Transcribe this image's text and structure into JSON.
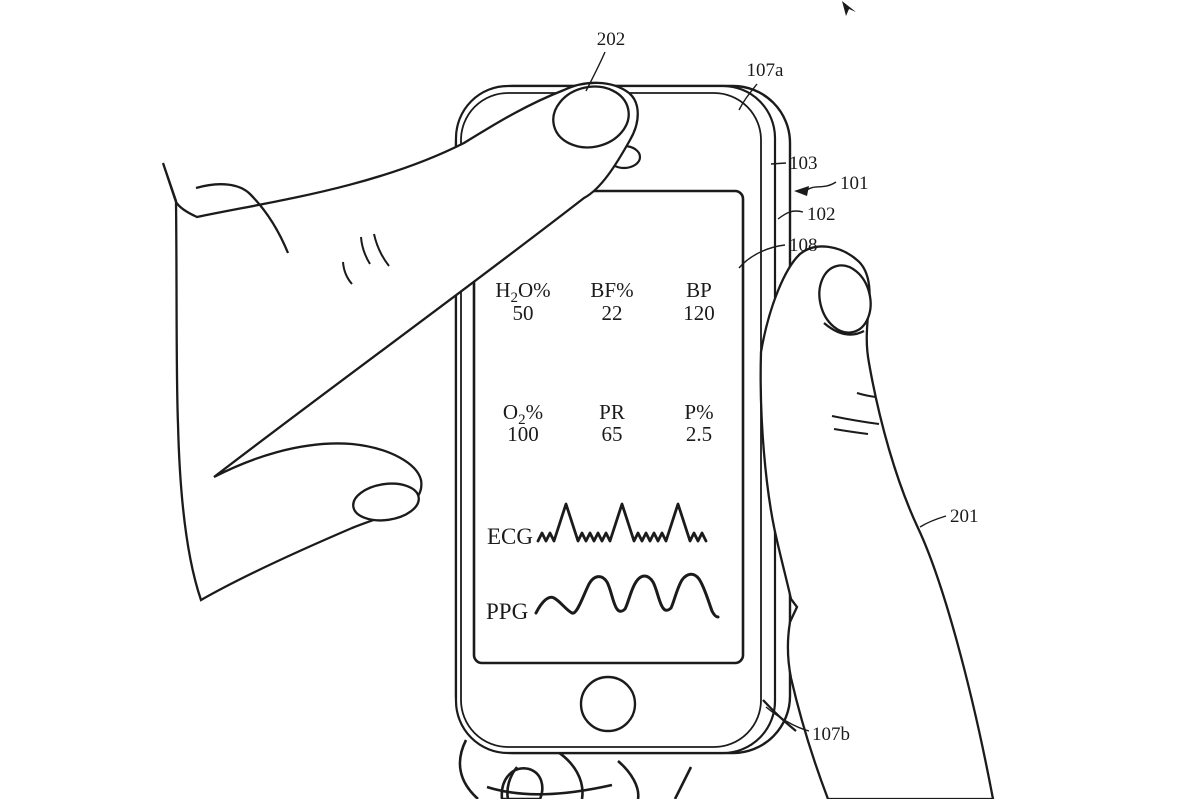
{
  "reference_numerals": {
    "n202": "202",
    "n107a": "107a",
    "n103": "103",
    "n101": "101",
    "n102": "102",
    "n108": "108",
    "n201": "201",
    "n107b": "107b"
  },
  "screen": {
    "metrics": [
      {
        "pre": "H",
        "sub": "2",
        "post": "O%",
        "value": "50"
      },
      {
        "pre": "BF%",
        "sub": "",
        "post": "",
        "value": "22"
      },
      {
        "pre": "BP",
        "sub": "",
        "post": "",
        "value": "120"
      },
      {
        "pre": "O",
        "sub": "2",
        "post": "%",
        "value": "100"
      },
      {
        "pre": "PR",
        "sub": "",
        "post": "",
        "value": "65"
      },
      {
        "pre": "P%",
        "sub": "",
        "post": "",
        "value": "2.5"
      }
    ],
    "waveforms": [
      {
        "label": "ECG"
      },
      {
        "label": "PPG"
      }
    ]
  },
  "icons": {
    "cursor_arrow": "black pointer arrowhead"
  },
  "colors": {
    "ink": "#1b1b1b",
    "background": "#ffffff"
  }
}
